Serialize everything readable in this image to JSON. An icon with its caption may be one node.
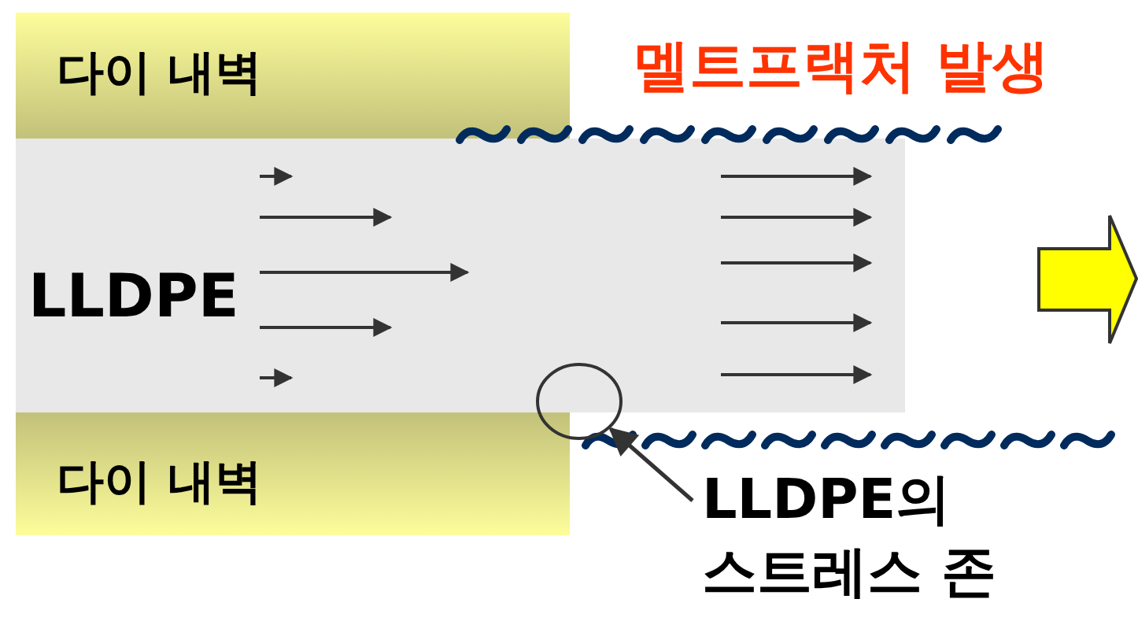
{
  "diagram": {
    "nodes": [
      {
        "text": [
          "다이 내벽"
        ]
      },
      {
        "text": [
          "LLDPE"
        ]
      },
      {
        "text": [
          "다이 내벽"
        ]
      },
      {
        "text": [],
        "shape": "circle"
      },
      {
        "text": [
          "LLDPE의 스트레스 존"
        ]
      }
    ],
    "edges": [
      {
        "from": 4,
        "to": 3,
        "arrow": "to"
      }
    ],
    "labels": [
      "멜트프랙처 발생"
    ]
  }
}
